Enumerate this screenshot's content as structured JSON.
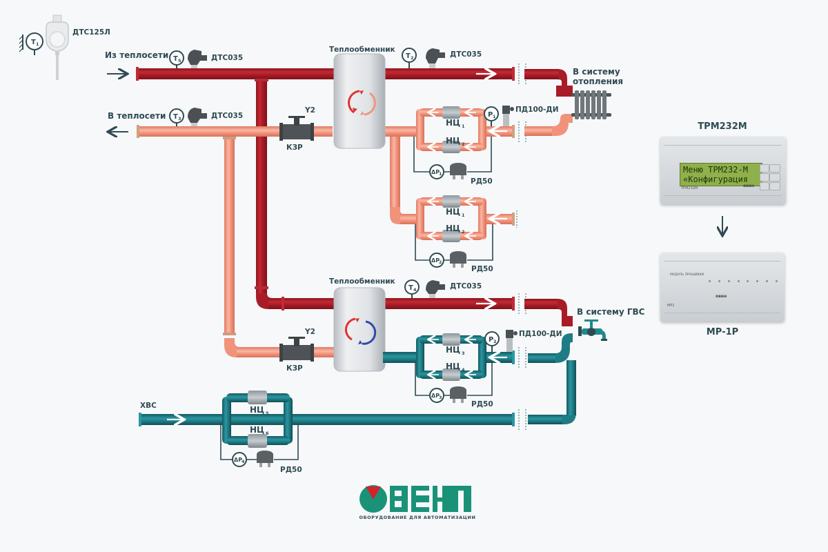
{
  "colors": {
    "supply_hot": "#a81c27",
    "return_warm": "#f0937a",
    "dhw": "#1f7c85",
    "cold_water": "#1b6f78",
    "label": "#2f4a52",
    "logo_green": "#1a9278",
    "logo_red": "#d3222a"
  },
  "legend_sensor": {
    "symbol": "T",
    "sub": "1",
    "model": "ДТС125Л"
  },
  "labels": {
    "from_network": "Из теплосети",
    "to_network": "В теплосети",
    "to_heating": "В систему\nотопления",
    "to_heating_line1": "В систему",
    "to_heating_line2": "отопления",
    "to_dhw": "В систему ГВС",
    "cold_water": "ХВС"
  },
  "heat_exchangers": [
    {
      "title": "Теплообменник",
      "icon": "circulation-icon"
    },
    {
      "title": "Теплообменник",
      "icon": "circulation-icon"
    }
  ],
  "valves": [
    {
      "code": "Y2",
      "name": "КЗР"
    },
    {
      "code": "Y2",
      "name": "КЗР"
    }
  ],
  "temperature_sensors": [
    {
      "symbol": "T",
      "sub": "5",
      "model": "ДТС035"
    },
    {
      "symbol": "T",
      "sub": "3",
      "model": "ДТС035"
    },
    {
      "symbol": "T",
      "sub": "2",
      "model": "ДТС035"
    },
    {
      "symbol": "T",
      "sub": "4",
      "model": "ДТС035"
    }
  ],
  "pressure_sensors": [
    {
      "symbol": "P",
      "sub": "1",
      "model": "ПД100-ДИ"
    },
    {
      "symbol": "P",
      "sub": "2",
      "model": "ПД100-ДИ"
    }
  ],
  "pump_groups": [
    {
      "pumps": [
        {
          "name": "НЦ",
          "sub": "1"
        },
        {
          "name": "НЦ",
          "sub": "2"
        }
      ],
      "dp": {
        "symbol": "ΔP",
        "sub": "1"
      },
      "relay": "РД50"
    },
    {
      "pumps": [
        {
          "name": "НЦ",
          "sub": "1"
        },
        {
          "name": "НЦ",
          "sub": "2"
        }
      ],
      "dp": {
        "symbol": "ΔP",
        "sub": "2"
      },
      "relay": "РД50"
    },
    {
      "pumps": [
        {
          "name": "НЦ",
          "sub": "3"
        },
        {
          "name": "НЦ",
          "sub": "4"
        }
      ],
      "dp": {
        "symbol": "ΔP",
        "sub": "3"
      },
      "relay": "РД50"
    },
    {
      "pumps": [
        {
          "name": "НЦ",
          "sub": "5"
        },
        {
          "name": "НЦ",
          "sub": "6"
        }
      ],
      "dp": {
        "symbol": "ΔP",
        "sub": "4"
      },
      "relay": "РД50"
    }
  ],
  "controller": {
    "title": "ТРМ232М",
    "lcd_line1": "Меню ТРМ232-М",
    "lcd_line2": "«Конфигурация",
    "model_mark": "ТРМ232М",
    "brand_mark": "овен"
  },
  "module": {
    "title": "МР-1Р",
    "model_mark": "МР1",
    "brand_mark": "овен",
    "header_caption": "МОДУЛЬ ПРОШИВКИ",
    "outputs": [
      "1",
      "2",
      "3",
      "4",
      "5",
      "6",
      "7",
      "8"
    ]
  },
  "logo": {
    "text": "ОВЕН",
    "tagline": "ОБОРУДОВАНИЕ ДЛЯ АВТОМАТИЗАЦИИ"
  }
}
